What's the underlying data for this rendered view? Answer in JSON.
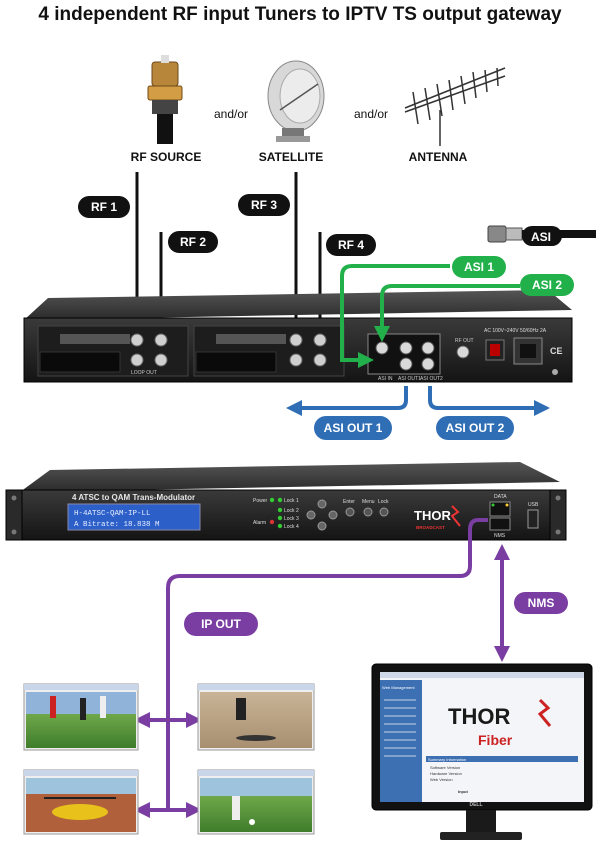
{
  "title": "4 independent RF input Tuners to IPTV TS output gateway",
  "sources": {
    "rf_source": "RF SOURCE",
    "satellite": "SATELLITE",
    "antenna": "ANTENNA",
    "andor_1": "and/or",
    "andor_2": "and/or"
  },
  "rf_labels": [
    "RF 1",
    "RF 2",
    "RF 3",
    "RF 4"
  ],
  "asi": {
    "cable": "ASI",
    "in1": "ASI 1",
    "in2": "ASI 2",
    "out1": "ASI OUT 1",
    "out2": "ASI OUT 2"
  },
  "back_panel": {
    "port_labels": [
      "ASI IN",
      "ASI OUT1",
      "ASI OUT2",
      "RF OUT",
      "LOOP OUT"
    ],
    "power": "AC 100V~240V 50/60Hz 2A",
    "ce": "CE"
  },
  "front_panel": {
    "model": "4 ATSC to QAM Trans-Modulator",
    "lcd_line1": "H-4ATSC-QAM-IP-LL",
    "lcd_line2": "A Bitrate: 18.838 M",
    "leds": [
      "Power",
      "Lock 1",
      "Lock 2",
      "Alarm",
      "Lock 3",
      "Lock 4"
    ],
    "buttons": [
      "Enter",
      "Menu",
      "Lock"
    ],
    "ports": [
      "DATA",
      "NMS",
      "USB"
    ],
    "brand": "THOR",
    "brand_sub": "BROADCAST"
  },
  "ip_out": "IP OUT",
  "nms": "NMS",
  "monitor": {
    "brand": "THOR",
    "sub": "Fiber",
    "menu_title": "Web Management",
    "section": "Summary Information",
    "rows": [
      "Software Version",
      "Hardware Version",
      "Web Version"
    ],
    "input_label": "Input",
    "stand_brand": "DELL"
  },
  "colors": {
    "green": "#22b04b",
    "blue": "#2f6eb5",
    "purple": "#7a3ea3",
    "black": "#111111"
  }
}
